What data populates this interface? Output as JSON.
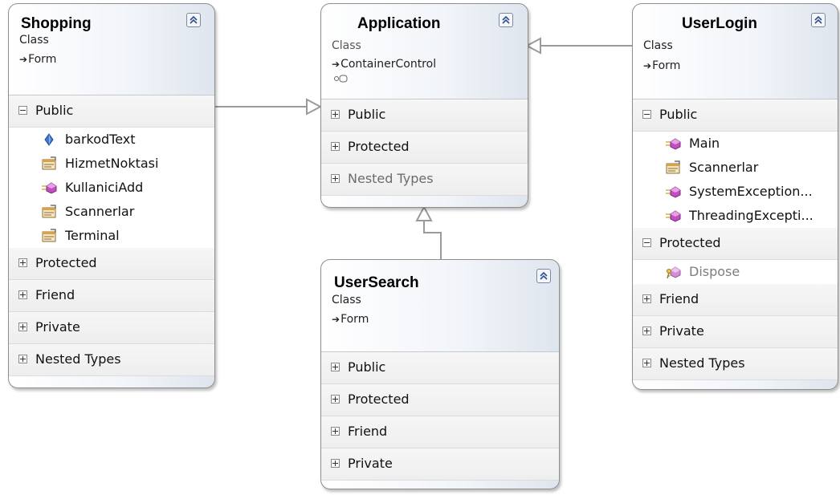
{
  "shopping": {
    "title": "Shopping",
    "stereotype": "Class",
    "base": "Form",
    "sections": [
      "Public",
      "Protected",
      "Friend",
      "Private",
      "Nested Types"
    ],
    "public_members": [
      {
        "name": "barkodText",
        "icon": "field-icon"
      },
      {
        "name": "HizmetNoktasi",
        "icon": "property-icon"
      },
      {
        "name": "KullaniciAdd",
        "icon": "method-icon"
      },
      {
        "name": "Scannerlar",
        "icon": "property-icon"
      },
      {
        "name": "Terminal",
        "icon": "property-icon"
      }
    ]
  },
  "application": {
    "title": "Application",
    "stereotype": "Class",
    "base": "ContainerControl",
    "sections": [
      "Public",
      "Protected",
      "Nested Types"
    ]
  },
  "userlogin": {
    "title": "UserLogin",
    "stereotype": "Class",
    "base": "Form",
    "sections": [
      "Public",
      "Protected",
      "Friend",
      "Private",
      "Nested Types"
    ],
    "public_members": [
      {
        "name": "Main",
        "icon": "method-icon"
      },
      {
        "name": "Scannerlar",
        "icon": "property-icon"
      },
      {
        "name": "SystemException...",
        "icon": "method-icon"
      },
      {
        "name": "ThreadingExcepti...",
        "icon": "method-icon"
      }
    ],
    "protected_members": [
      {
        "name": "Dispose",
        "icon": "protected-method-icon"
      }
    ]
  },
  "usersearch": {
    "title": "UserSearch",
    "stereotype": "Class",
    "base": "Form",
    "sections": [
      "Public",
      "Protected",
      "Friend",
      "Private"
    ]
  },
  "colors": {
    "border": "#8e8e8e",
    "method": "#c04fc0",
    "field": "#3f76c8",
    "property": "#d9a24a"
  }
}
